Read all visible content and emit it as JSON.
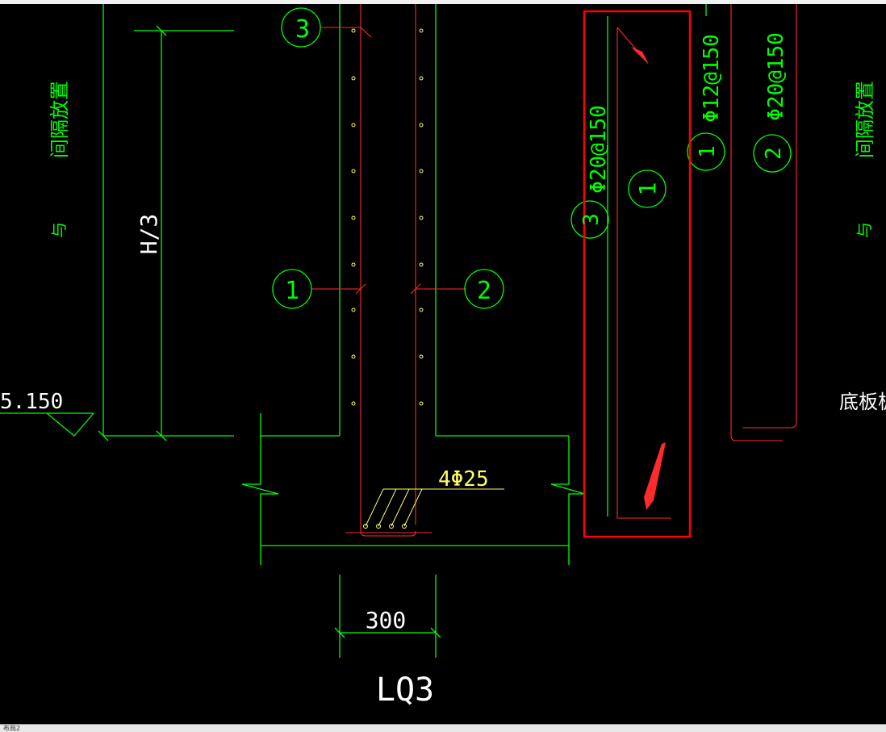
{
  "drawing": {
    "title": "LQ3",
    "dimension_width": "300",
    "height_label": "H/3",
    "elevation": "5.150",
    "bottom_bar_spec": "4Φ25",
    "side_note_top": "间隔放置",
    "side_note_with": "与",
    "right_partial_text": "底板板",
    "rebar_labels": [
      {
        "num": "1",
        "spec": "Φ12@150"
      },
      {
        "num": "2",
        "spec": "Φ20@150"
      },
      {
        "num": "3",
        "spec": "Φ20@150"
      }
    ],
    "markers": [
      "1",
      "2",
      "3"
    ]
  },
  "tab": {
    "label": "布局2"
  },
  "colors": {
    "background": "#000000",
    "green": "#00ff00",
    "red": "#ff2a2a",
    "yellow": "#ffff66",
    "white": "#ffffff",
    "highlight": "#ff0000"
  }
}
